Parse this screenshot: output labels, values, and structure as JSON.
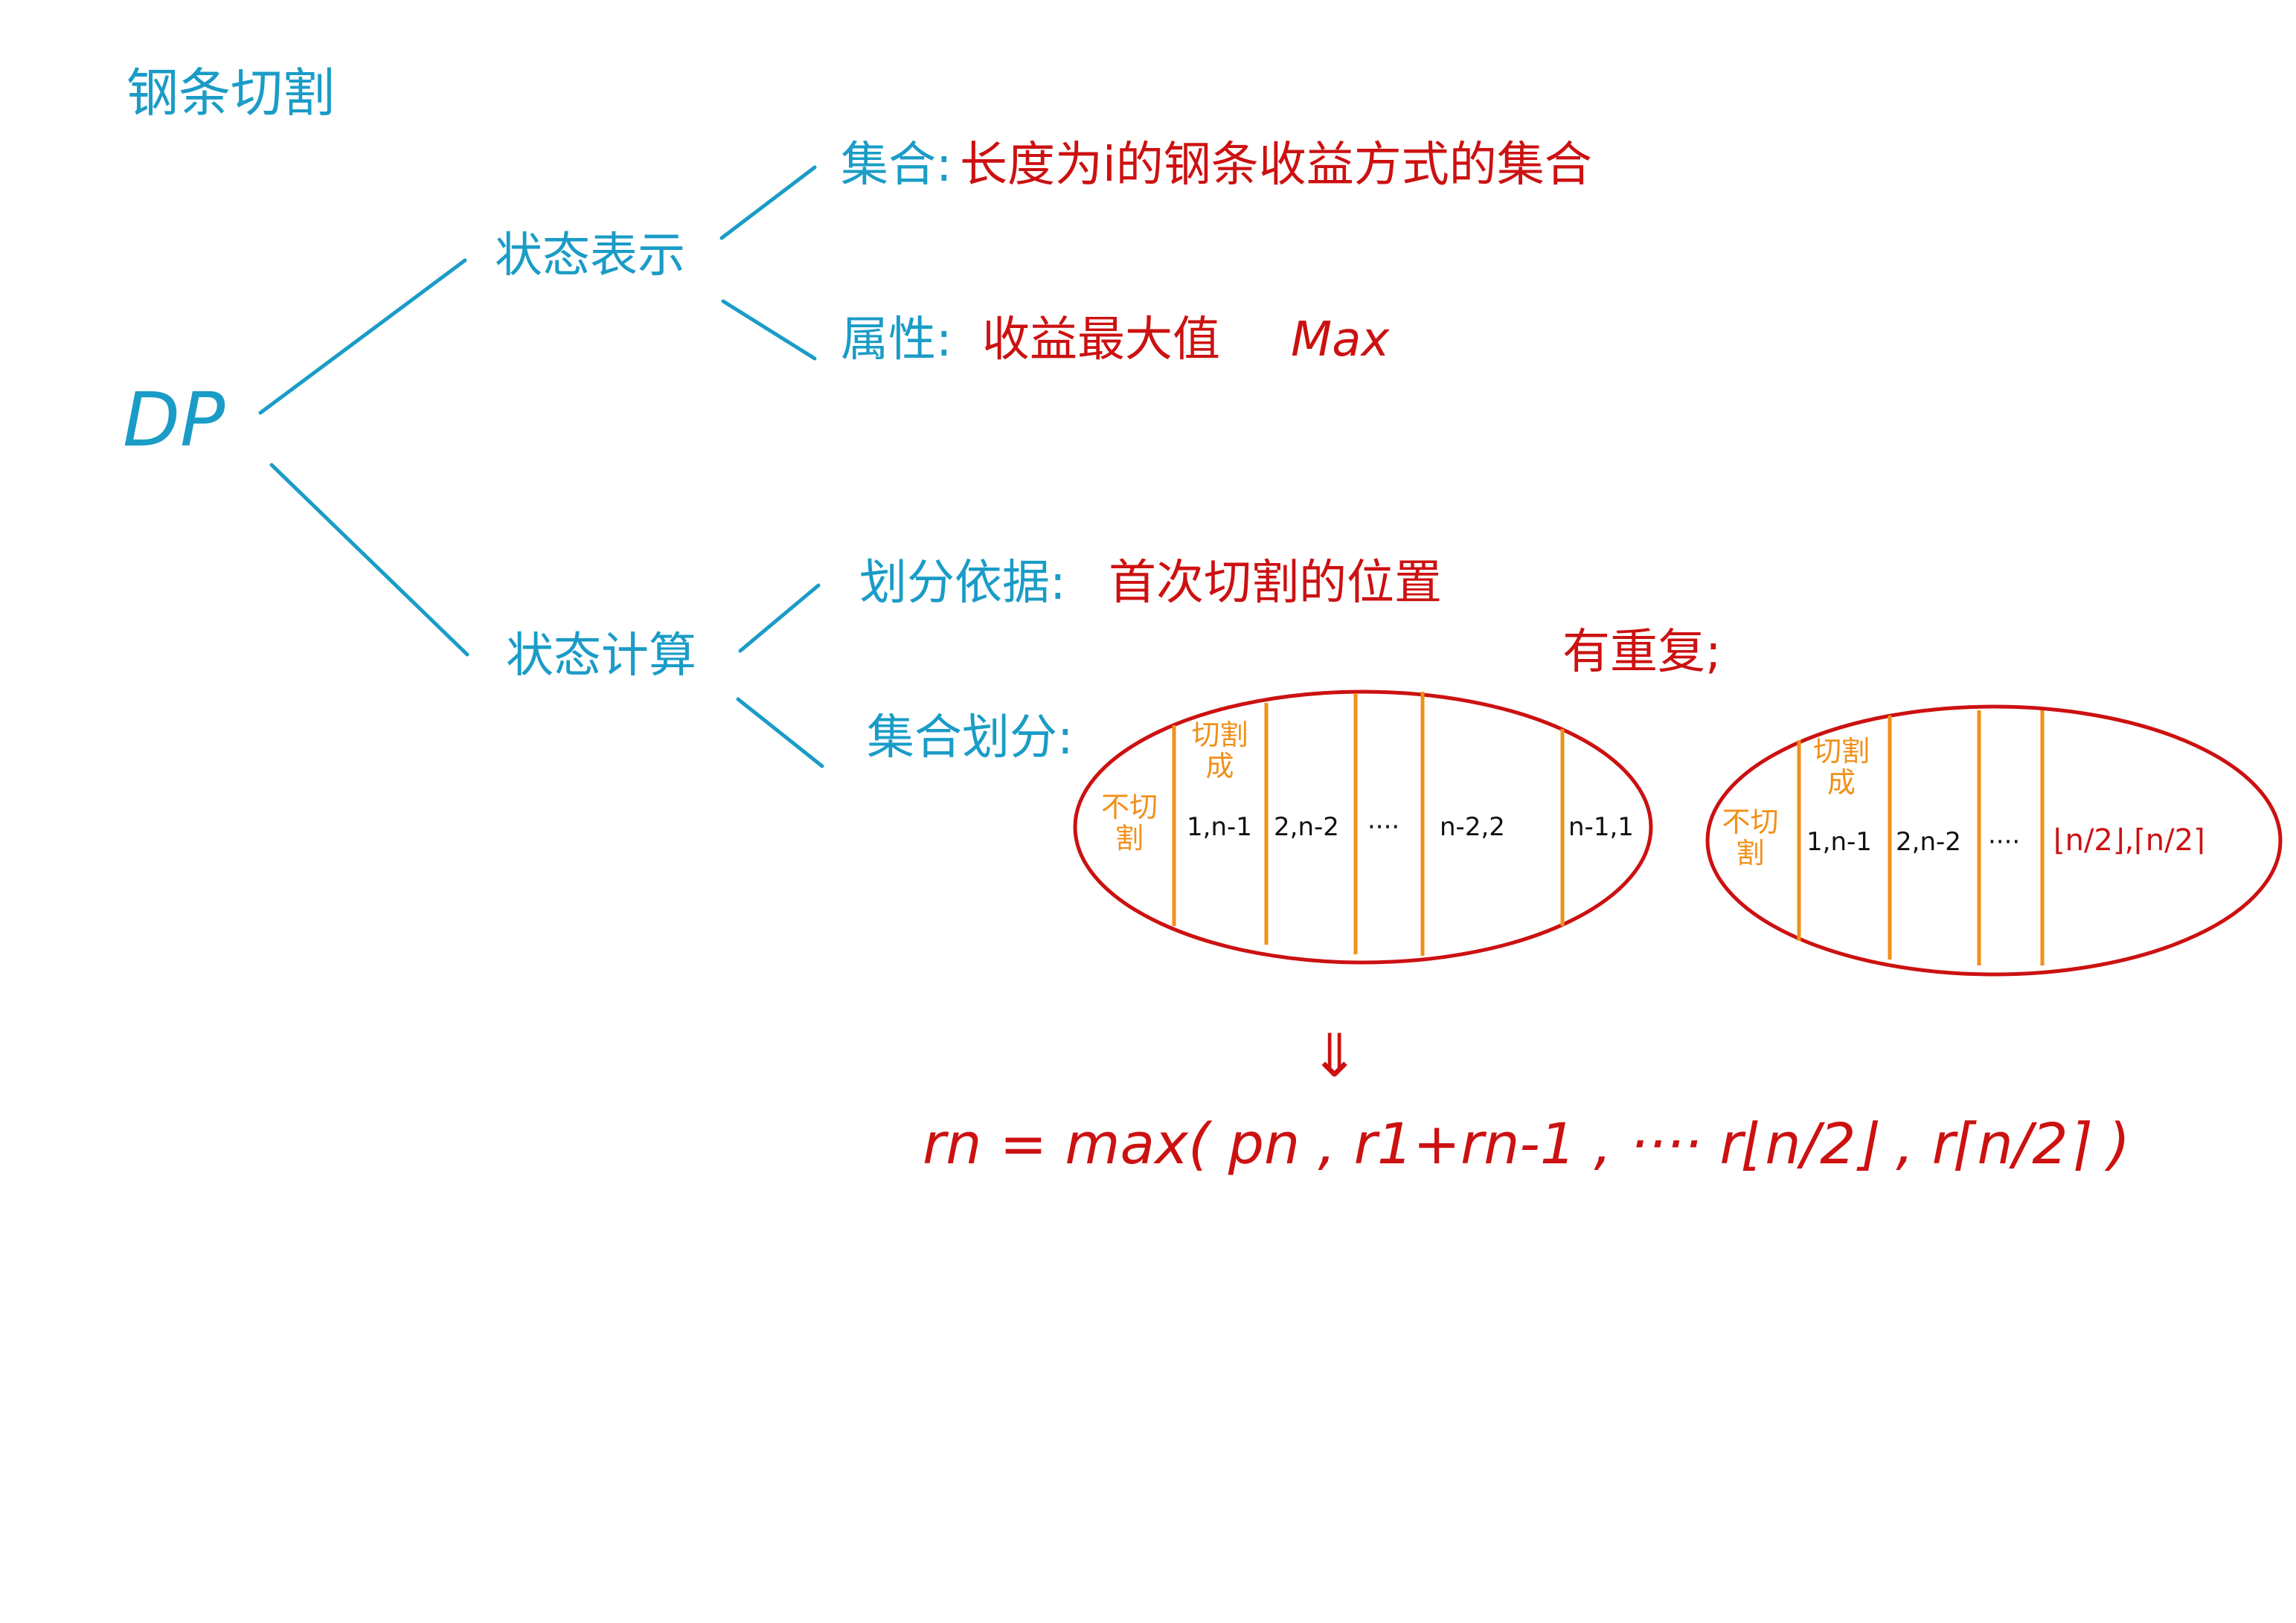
{
  "title": "钢条切割",
  "root": "DP",
  "branches": {
    "state_repr": {
      "label": "状态表示",
      "set_label": "集合:",
      "set_value": "长度为i的钢条收益方式的集合",
      "attr_label": "属性:",
      "attr_value": "收益最大值",
      "attr_max": "Max"
    },
    "state_calc": {
      "label": "状态计算",
      "basis_label": "划分依据:",
      "basis_value": "首次切割的位置",
      "partition_label": "集合划分:"
    }
  },
  "duplicate_note": "有重复;",
  "ellipse_left": {
    "cells": [
      {
        "text": "不切割"
      },
      {
        "text": "1,n-1",
        "header": "切割成"
      },
      {
        "text": "2,n-2"
      },
      {
        "text": "····"
      },
      {
        "text": "n-2,2"
      },
      {
        "text": "n-1,1"
      }
    ]
  },
  "ellipse_right": {
    "cells": [
      {
        "text": "不切割"
      },
      {
        "text": "1,n-1",
        "header": "切割成"
      },
      {
        "text": "2,n-2"
      },
      {
        "text": "····"
      },
      {
        "text": "⌊n/2⌋,⌈n/2⌉"
      }
    ]
  },
  "arrow": "⇓",
  "formula": "rn = max( pn , r1+rn-1 , ···· r⌊n/2⌋ , r⌈n/2⌉ )",
  "colors": {
    "blue": "#1a9cc7",
    "red": "#cc1111",
    "orange": "#f0901a"
  }
}
